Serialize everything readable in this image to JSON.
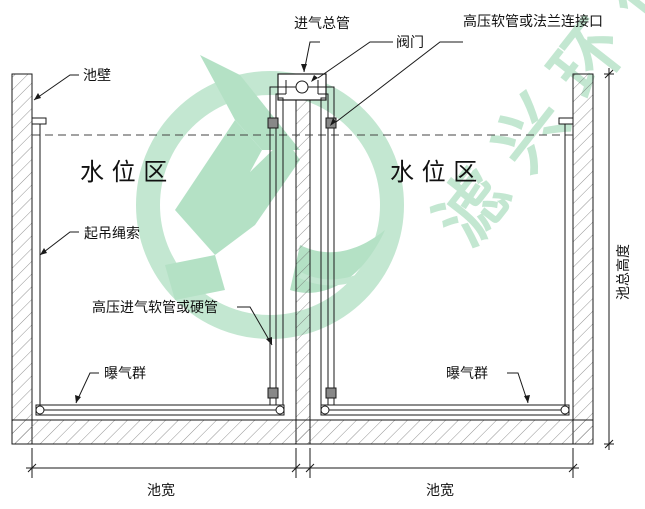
{
  "labels": {
    "main_intake_pipe": "进气总管",
    "valve": "阀门",
    "hose_or_flange": "高压软管或法兰连接口",
    "tank_wall": "池壁",
    "water_zone_left": "水 位 区",
    "water_zone_right": "水 位 区",
    "lifting_rope": "起吊绳索",
    "air_pipe": "高压进气软管或硬管",
    "aerator_left": "曝气群",
    "aerator_right": "曝气群",
    "tank_height": "池总高度",
    "tank_width_left": "池宽",
    "tank_width_right": "池宽"
  },
  "watermark": {
    "text": "滤 兴 环 保",
    "color": "#b9e3c9"
  },
  "colors": {
    "line": "#1a1a1a",
    "hatch": "#555555"
  }
}
